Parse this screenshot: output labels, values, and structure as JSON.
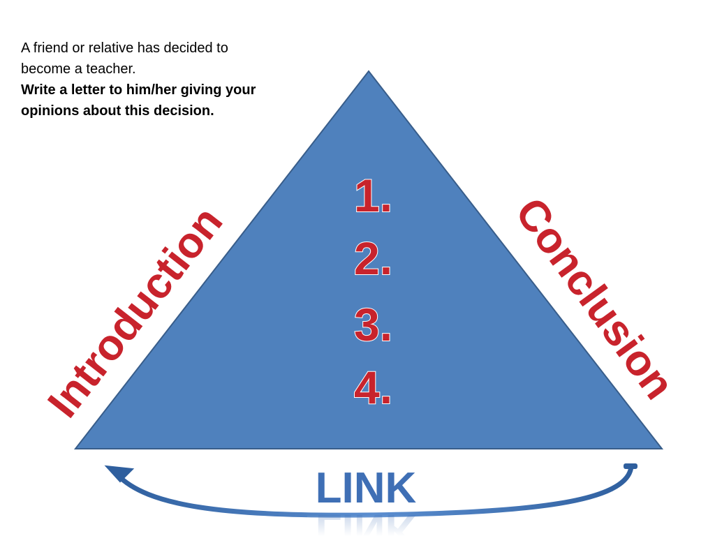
{
  "prompt": {
    "line1": "A friend or relative has decided to",
    "line2": "become a teacher.",
    "line3": "Write a letter to him/her giving your",
    "line4": "opinions about this decision."
  },
  "numbers": [
    "1.",
    "2.",
    "3.",
    "4."
  ],
  "introduction_label": "Introduction",
  "conclusion_label": "Conclusion",
  "link_label": "LINK",
  "colors": {
    "triangle_fill": "#4f81bd",
    "triangle_stroke": "#385d8a",
    "label_red": "#c8232c",
    "link_blue": "#3f6fb5"
  }
}
